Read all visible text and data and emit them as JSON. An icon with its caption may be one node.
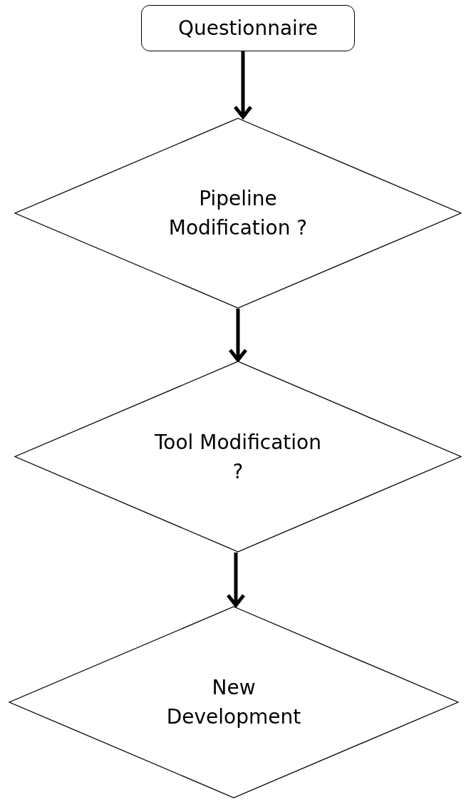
{
  "diagram": {
    "nodes": [
      {
        "text": [
          "Questionnaire"
        ]
      },
      {
        "text": [
          "Pipeline Modification ?"
        ]
      },
      {
        "text": [
          "Tool Modification ?"
        ]
      },
      {
        "text": [
          "New Development"
        ]
      }
    ],
    "edges": [
      {
        "from": 0,
        "to": 1,
        "arrow": "to"
      },
      {
        "from": 1,
        "to": 2,
        "arrow": "to"
      },
      {
        "from": 2,
        "to": 3,
        "arrow": "to"
      }
    ]
  }
}
